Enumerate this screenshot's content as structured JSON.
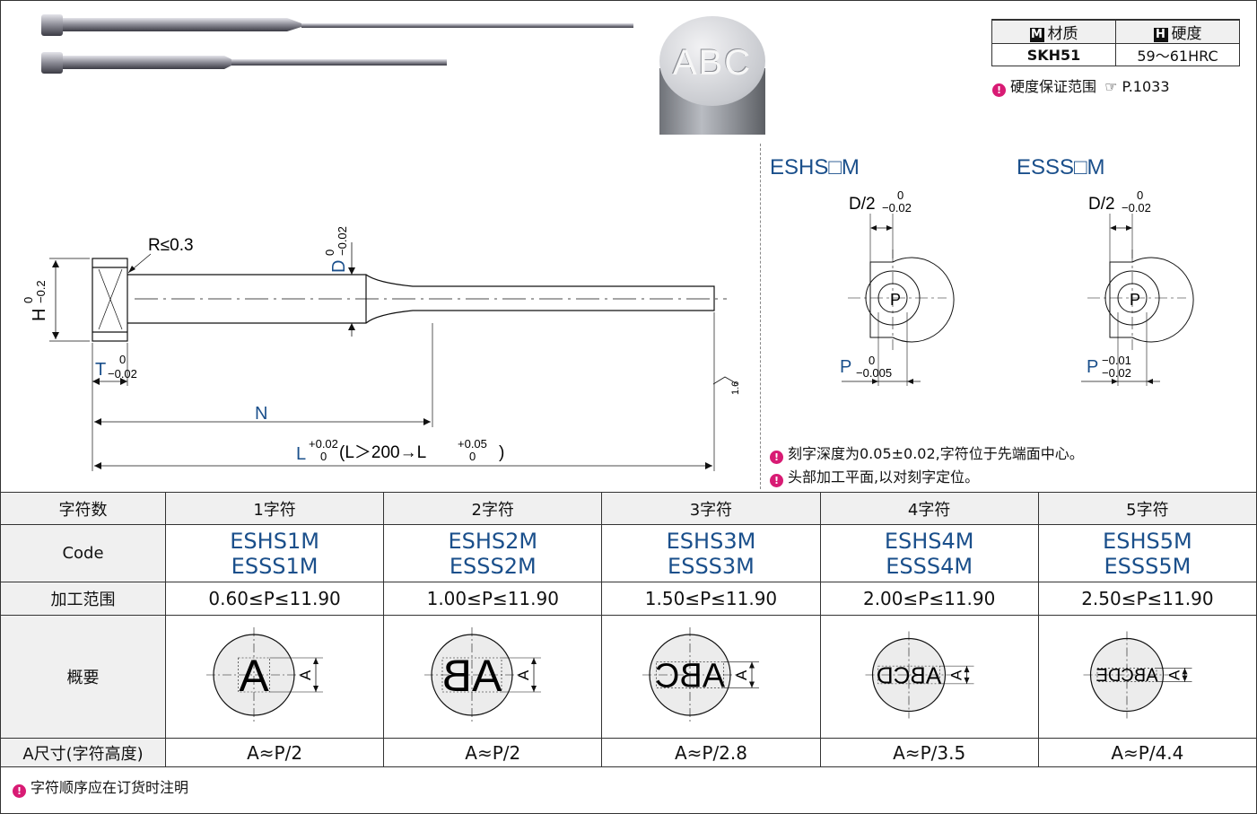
{
  "material_table": {
    "material_label": "材质",
    "material_badge": "M",
    "hardness_label": "硬度",
    "hardness_badge": "H",
    "material_value": "SKH51",
    "hardness_value": "59～61HRC"
  },
  "hardness_note": {
    "text": "硬度保证范围",
    "ref": "P.1033"
  },
  "photo_engraving": "ABC",
  "drawing": {
    "r_label": "R≤0.3",
    "h_label": "H",
    "h_tol_upper": "0",
    "h_tol_lower": "−0.2",
    "d_label": "D",
    "d_tol_upper": "0",
    "d_tol_lower": "−0.02",
    "t_label": "T",
    "t_tol_upper": "0",
    "t_tol_lower": "−0.02",
    "n_label": "N",
    "l_label": "L",
    "l_tol_upper": "+0.02",
    "l_tol_lower": "0",
    "l_condition": "(L＞200→L",
    "l_tol2_upper": "+0.05",
    "l_tol2_lower": "0",
    "l_close": ")",
    "roughness": "1.6"
  },
  "eshs": {
    "title": "ESHS□M",
    "d_label": "D/2",
    "d_tol_upper": "0",
    "d_tol_lower": "−0.02",
    "p_label": "P",
    "p_tol_upper": "0",
    "p_tol_lower": "−0.005",
    "center_letter": "P"
  },
  "esss": {
    "title": "ESSS□M",
    "d_label": "D/2",
    "d_tol_upper": "0",
    "d_tol_lower": "−0.02",
    "p_label": "P",
    "p_tol_upper": "−0.01",
    "p_tol_lower": "−0.02",
    "center_letter": "P"
  },
  "notes": [
    {
      "text": "刻字深度为0.05±0.02,字符位于先端面中心。"
    },
    {
      "text": "头部加工平面,以对刻字定位。"
    }
  ],
  "spec_table": {
    "row_headers": [
      "字符数",
      "Code",
      "加工范围",
      "概要",
      "A尺寸(字符高度)"
    ],
    "columns": [
      {
        "count": "1字符",
        "code1": "ESHS1M",
        "code2": "ESSS1M",
        "range": "0.60≤P≤11.90",
        "sample": "A",
        "a_size": "A≈P/2"
      },
      {
        "count": "2字符",
        "code1": "ESHS2M",
        "code2": "ESSS2M",
        "range": "1.00≤P≤11.90",
        "sample": "AB",
        "a_size": "A≈P/2"
      },
      {
        "count": "3字符",
        "code1": "ESHS3M",
        "code2": "ESSS3M",
        "range": "1.50≤P≤11.90",
        "sample": "ABC",
        "a_size": "A≈P/2.8"
      },
      {
        "count": "4字符",
        "code1": "ESHS4M",
        "code2": "ESSS4M",
        "range": "2.00≤P≤11.90",
        "sample": "ABCD",
        "a_size": "A≈P/3.5"
      },
      {
        "count": "5字符",
        "code1": "ESHS5M",
        "code2": "ESSS5M",
        "range": "2.50≤P≤11.90",
        "sample": "ABCDE",
        "a_size": "A≈P/4.4"
      }
    ],
    "a_dim_label": "A"
  },
  "footer_note": "字符顺序应在订货时注明"
}
